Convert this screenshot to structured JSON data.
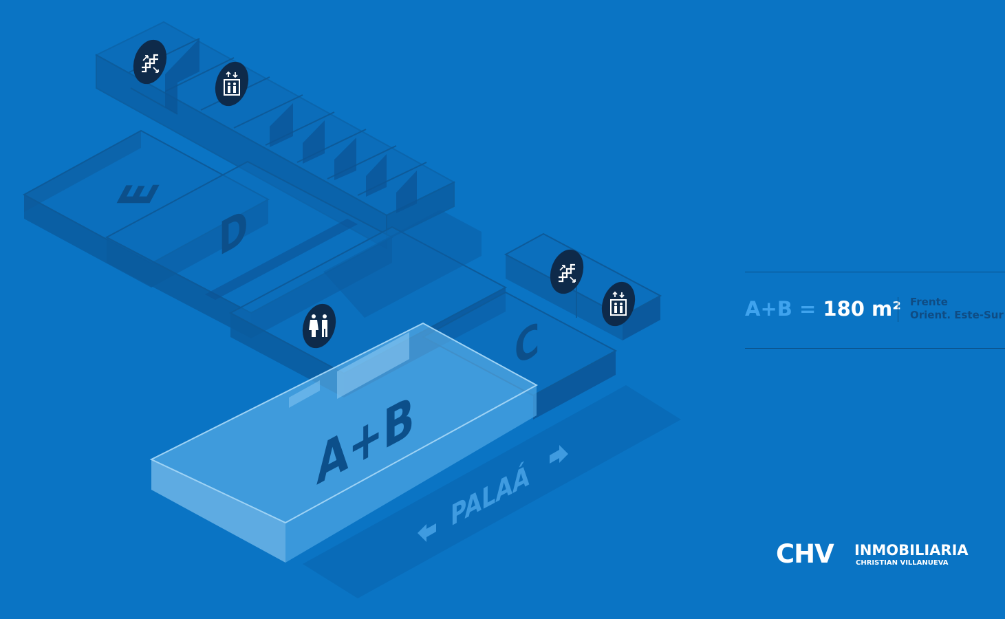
{
  "units": {
    "e": "E",
    "d": "D",
    "c": "C",
    "ab": "A+B"
  },
  "street": {
    "label": "PALAÁ"
  },
  "info": {
    "area_units": "A+B",
    "equals": "=",
    "area_value": "180 m²",
    "front_line1": "Frente",
    "front_line2": "Orient. Este-Sur"
  },
  "logo": {
    "mark": "CHV",
    "name": "INMOBILIARIA",
    "subtitle": "CHRISTIAN VILLANUEVA"
  },
  "icons": {
    "stairs": "stairs-icon",
    "elevator": "elevator-icon",
    "restroom": "restroom-icon"
  },
  "colors": {
    "background": "#0a74c4",
    "wall": "#0d5a99",
    "highlight": "#5ab0ea",
    "icon_bg": "#0e2a4a",
    "accent_text": "#3fa3ee"
  }
}
